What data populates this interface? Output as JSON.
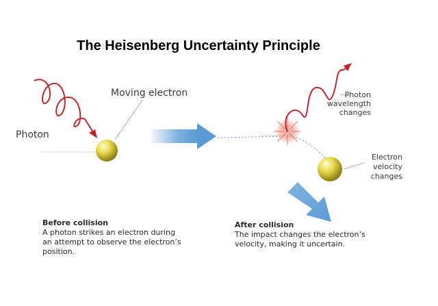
{
  "title": "The Heisenberg Uncertainty Principle",
  "labels": {
    "photon": "Photon",
    "moving_electron": "Moving electron",
    "photon_wavelength": [
      "Photon",
      "wavelength",
      "changes"
    ],
    "electron_velocity": [
      "Electron",
      "velocity",
      "changes"
    ]
  },
  "captions": {
    "before": {
      "heading": "Before collision",
      "body": "A photon strikes an electron during an attempt to observe the electron’s position."
    },
    "after": {
      "heading": "After collision",
      "body": "The impact changes the electron’s velocity, making it uncertain."
    }
  },
  "colors": {
    "photon_wave": "#c0272d",
    "electron": "#e6d84a",
    "arrow": "#5b9bd5",
    "flash": "#f28a7a"
  }
}
